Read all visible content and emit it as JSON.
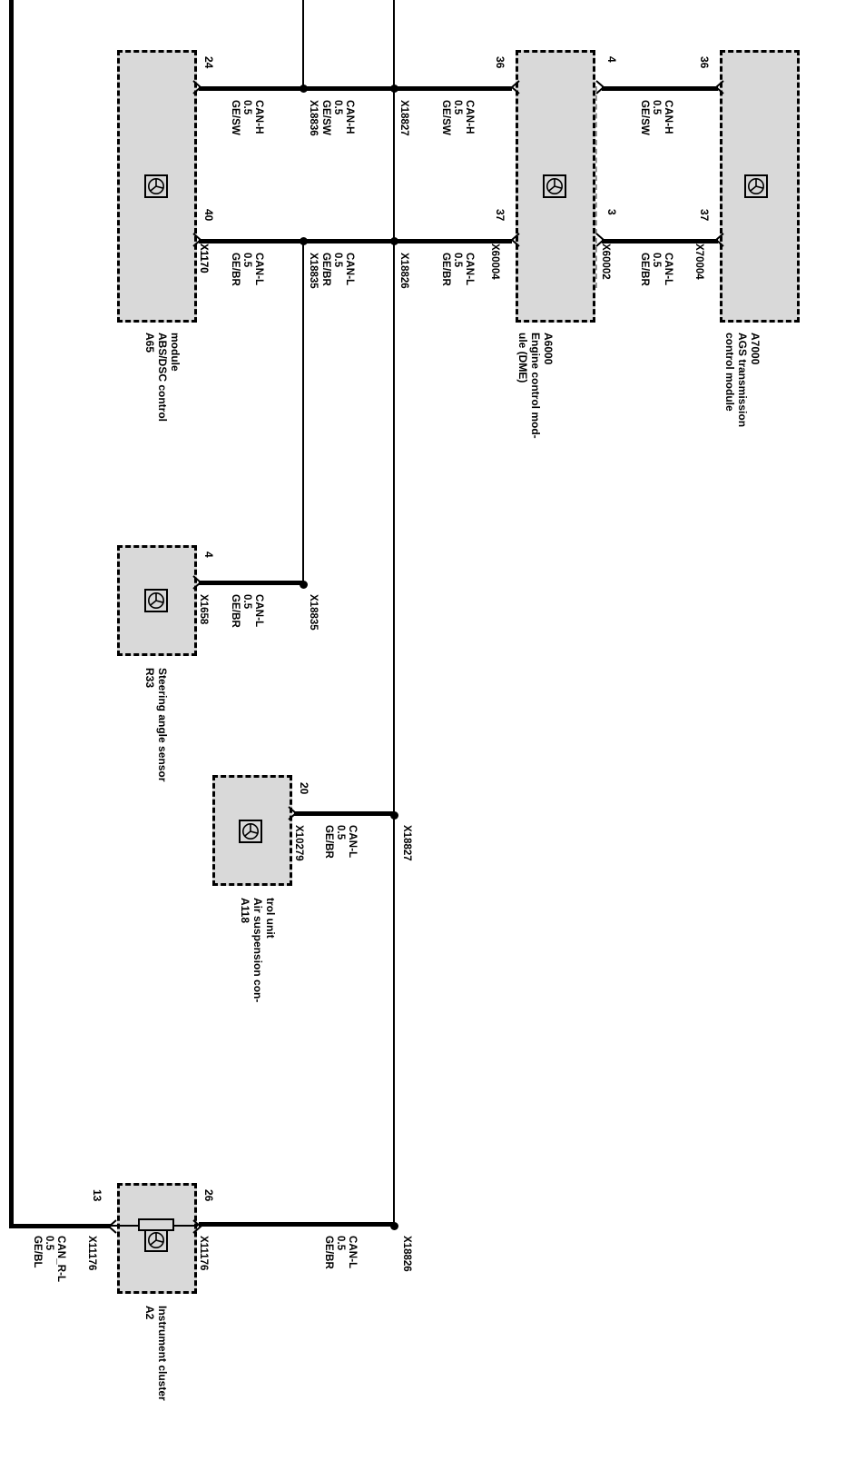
{
  "diagram": {
    "title": "CAN bus wiring diagram",
    "orientation": "rotated-90-cw",
    "colors": {
      "wire": "#000000",
      "module_fill": "#d9d9d9",
      "module_border": "#000000",
      "background": "#ffffff"
    }
  },
  "modules": [
    {
      "id": "A65",
      "name": "ABS/DSC control\nmodule",
      "name_line1": "ABS/DSC control",
      "name_line2": "module",
      "symbol": "connector-symbol"
    },
    {
      "id": "A6000",
      "name": "Engine control mod-\nule (DME)",
      "name_line1": "Engine control mod-",
      "name_line2": "ule (DME)",
      "symbol": "connector-symbol"
    },
    {
      "id": "A7000",
      "name": "AGS transmission\ncontrol module",
      "name_line1": "AGS transmission",
      "name_line2": "control module",
      "symbol": "connector-symbol"
    },
    {
      "id": "R33",
      "name": "Steering angle sensor",
      "name_line1": "Steering angle sensor",
      "name_line2": "",
      "symbol": "connector-symbol"
    },
    {
      "id": "A118",
      "name": "Air suspension con-\ntrol unit",
      "name_line1": "Air suspension con-",
      "name_line2": "trol unit",
      "symbol": "connector-symbol"
    },
    {
      "id": "A2",
      "name": "Instrument cluster",
      "name_line1": "Instrument cluster",
      "name_line2": "",
      "symbol": "connector-symbol"
    }
  ],
  "pins": {
    "a65_can_h": "24",
    "a65_can_l": "40",
    "a6000_can_h": "36",
    "a6000_can_l": "37",
    "a6000_right_can_h": "4",
    "a6000_right_can_l": "3",
    "a7000_can_h": "36",
    "a7000_can_l": "37",
    "r33_pin": "4",
    "a118_pin": "20",
    "a2_pin_left": "13",
    "a2_pin_right": "26"
  },
  "connectors": {
    "a65_can_h": "X1170",
    "a65_can_l": "X1170",
    "a6000_left": "X60004",
    "a6000_right": "X60002",
    "a7000": "X70004",
    "r33": "X1658",
    "a118": "X10279",
    "a2_left": "X11176",
    "a2_right": "X11176"
  },
  "nodes": {
    "n1": "X18836",
    "n2": "X18827",
    "n3": "X18835",
    "n4": "X18826",
    "n5": "X18835",
    "n6": "X18827",
    "n7": "X18826"
  },
  "wires": [
    {
      "name": "CAN-H",
      "gauge": "0.5",
      "color_code": "GE/SW"
    },
    {
      "name": "CAN-L",
      "gauge": "0.5",
      "color_code": "GE/BR"
    },
    {
      "name": "CAN_R-L",
      "gauge": "0.5",
      "color_code": "GE/BL"
    }
  ],
  "wire_labels": {
    "can_h_name": "CAN-H",
    "can_h_gauge": "0.5",
    "can_h_color": "GE/SW",
    "can_l_name": "CAN-L",
    "can_l_gauge": "0.5",
    "can_l_color": "GE/BR",
    "can_rl_name": "CAN_R-L",
    "can_rl_gauge": "0.5",
    "can_rl_color": "GE/BL"
  }
}
